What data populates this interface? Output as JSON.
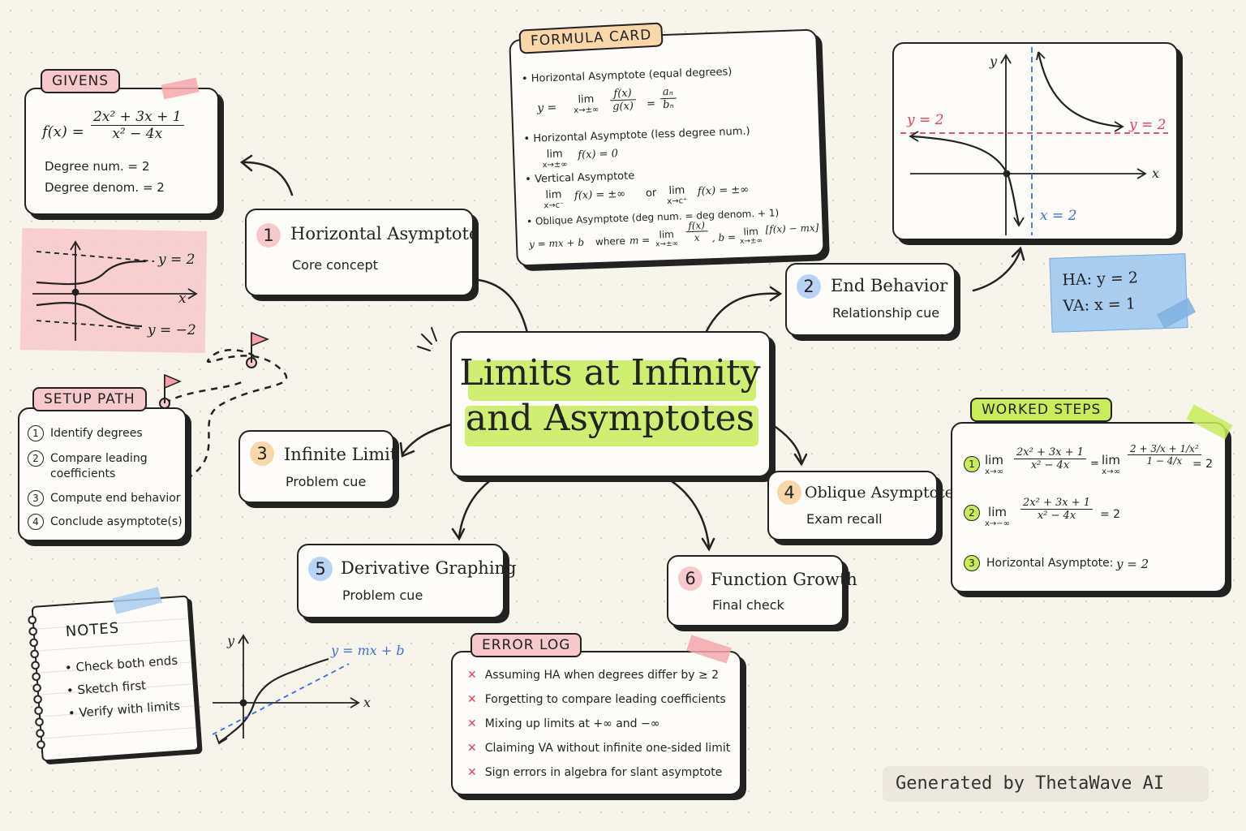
{
  "central": {
    "line1": "Limits at Infinity",
    "line2": "and Asymptotes"
  },
  "nodes": [
    {
      "num": "1",
      "title": "Horizontal Asymptote",
      "sub": "Core concept"
    },
    {
      "num": "2",
      "title": "End Behavior",
      "sub": "Relationship cue"
    },
    {
      "num": "3",
      "title": "Infinite Limit",
      "sub": "Problem cue"
    },
    {
      "num": "4",
      "title": "Oblique Asymptote",
      "sub": "Exam recall"
    },
    {
      "num": "5",
      "title": "Derivative Graphing",
      "sub": "Problem cue"
    },
    {
      "num": "6",
      "title": "Function Growth",
      "sub": "Final check"
    }
  ],
  "givens": {
    "tag": "GIVENS",
    "fx": "f(x) =",
    "num": "2x² + 3x + 1",
    "den": "x² − 4x",
    "deg_num": "Degree num. = 2",
    "deg_den": "Degree denom. = 2"
  },
  "mini_graph": {
    "top": "y = 2",
    "x": "x",
    "bottom": "y = −2"
  },
  "setup": {
    "tag": "SETUP PATH",
    "steps": [
      "Identify degrees",
      "Compare leading",
      "coefficients",
      "Compute end behavior",
      "Conclude asymptote(s)"
    ],
    "circles": [
      "1",
      "2",
      "3",
      "4"
    ]
  },
  "notes": {
    "title": "NOTES",
    "items": [
      "• Check both ends",
      "• Sketch first",
      "• Verify with limits"
    ]
  },
  "oblique_graph": {
    "y": "y",
    "x": "x",
    "label": "y = mx + b"
  },
  "formula": {
    "tag": "FORMULA CARD",
    "b1": "• Horizontal Asymptote (equal degrees)",
    "b1_y": "y =",
    "lim": "lim",
    "sub_pm": "x→±∞",
    "fx": "f(x)",
    "gx": "g(x)",
    "eq": "=",
    "an": "aₙ",
    "bn": "bₙ",
    "b2": "• Horizontal Asymptote (less degree num.)",
    "b2_eq": "f(x) = 0",
    "b3": "• Vertical Asymptote",
    "sub_cm": "x→c⁻",
    "sub_cp": "x→c⁺",
    "b3_eq1": "f(x) = ±∞",
    "b3_or": "or",
    "b3_eq2": "f(x) = ±∞",
    "b4": "• Oblique Asymptote (deg num. = deg denom. + 1)",
    "b4_y": "y = mx + b",
    "b4_where": "where",
    "b4_m": "m =",
    "b4_fx": "f(x)",
    "b4_x": "x",
    "b4_b": ", b =",
    "b4_bexpr": "[f(x) − mx]"
  },
  "graph": {
    "y": "y",
    "x": "x",
    "left_ha": "y = 2",
    "right_ha": "y = 2",
    "va": "x = 2"
  },
  "sticky": {
    "ha": "HA: y = 2",
    "va": "VA: x = 1"
  },
  "worked": {
    "tag": "WORKED STEPS",
    "s1_lim": "lim",
    "s1_sub": "x→∞",
    "s1_num": "2x² + 3x + 1",
    "s1_den": "x² − 4x",
    "s1_eq": "=",
    "s1_lim2": "lim",
    "s1_num2": "2 + 3/x + 1/x²",
    "s1_den2": "1 − 4/x",
    "s1_res": "= 2",
    "s2_lim": "lim",
    "s2_sub": "x→−∞",
    "s2_num": "2x² + 3x + 1",
    "s2_den": "x² − 4x",
    "s2_res": "= 2",
    "s3": "Horizontal Asymptote:",
    "s3_res": "y = 2",
    "circles": [
      "1",
      "2",
      "3"
    ]
  },
  "errors": {
    "tag": "ERROR LOG",
    "items": [
      "Assuming HA when degrees differ by ≥ 2",
      "Forgetting to compare leading coefficients",
      "Mixing up limits at +∞ and −∞",
      "Claiming VA without infinite one-sided limit",
      "Sign errors in algebra for slant asymptote"
    ],
    "mark": "✕"
  },
  "watermark": "Generated by ThetaWave AI",
  "colors": {
    "pink": "#e0405a",
    "blue": "#3b6fd8",
    "lime": "#c8ec5a",
    "ink": "#222222"
  }
}
